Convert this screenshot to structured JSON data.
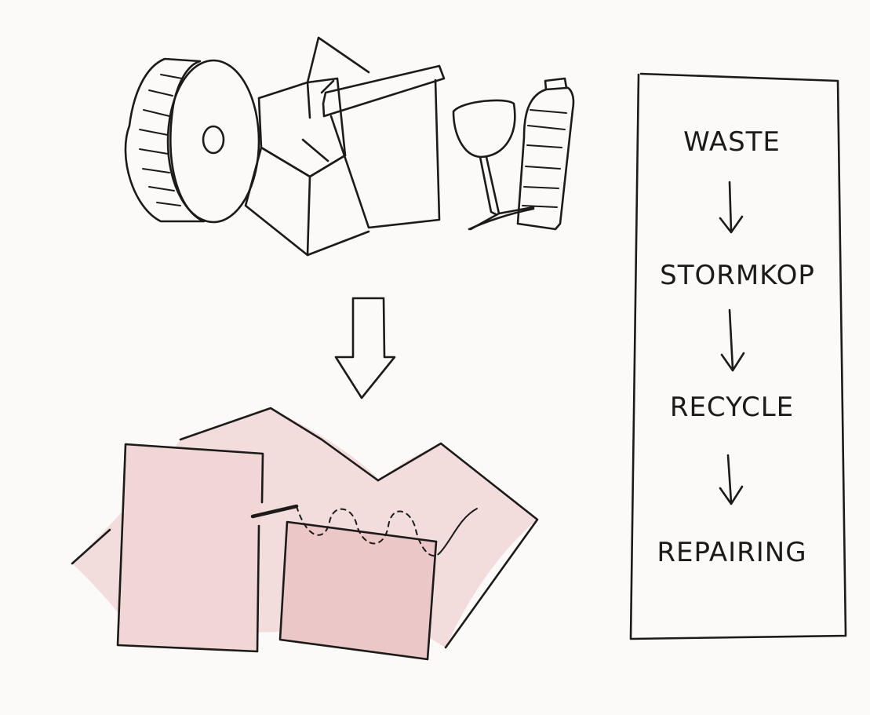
{
  "flow": {
    "steps": [
      {
        "label": "WASTE"
      },
      {
        "label": "STORMKOP"
      },
      {
        "label": "RECYCLE"
      },
      {
        "label": "REPAIRING"
      }
    ]
  },
  "colors": {
    "ink": "#1c1b1a",
    "paper": "#fbfaf8",
    "pink_light": "#f3dcdc",
    "pink_mid": "#ecc9c9"
  },
  "icons": [
    "tire-icon",
    "cardboard-box-icon",
    "bucket-icon",
    "wine-glass-icon",
    "plastic-bottle-icon",
    "down-arrow-icon",
    "fabric-pieces-icon"
  ]
}
